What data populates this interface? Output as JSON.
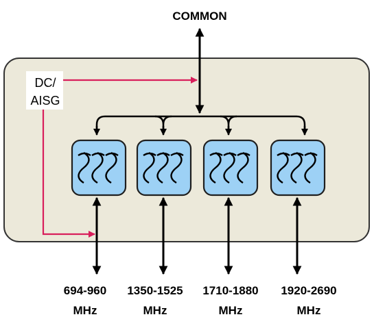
{
  "common_port": {
    "label": "COMMON"
  },
  "dc_aisg": {
    "line1": "DC/",
    "line2": "AISG"
  },
  "filters": [
    {
      "band_range": "694-960",
      "unit": "MHz"
    },
    {
      "band_range": "1350-1525",
      "unit": "MHz"
    },
    {
      "band_range": "1710-1880",
      "unit": "MHz"
    },
    {
      "band_range": "1920-2690",
      "unit": "MHz"
    }
  ],
  "colors": {
    "enclosure_fill": "#ece9da",
    "enclosure_stroke": "#333333",
    "filter_fill": "#9dd1f5",
    "filter_stroke": "#1f1f1f",
    "dc_line": "#d81e5b",
    "signal_line": "#000000"
  },
  "icons": {
    "filter": "bandpass-filter-icon"
  }
}
